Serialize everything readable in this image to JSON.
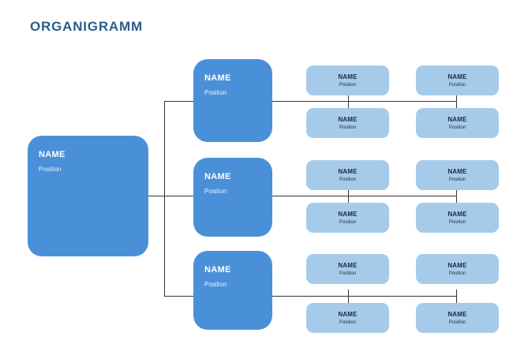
{
  "page": {
    "title": "ORGANIGRAMM",
    "background": "#ffffff"
  },
  "colors": {
    "title": "#2e5c8a",
    "node_primary": "#4a90d9",
    "node_leaf": "#a6cbea",
    "node_primary_text": "#ffffff",
    "node_leaf_text": "#1b2a3d",
    "connector": "#333333"
  },
  "chart": {
    "type": "org-chart",
    "root": {
      "name": "NAME",
      "position": "Position"
    },
    "branches": [
      {
        "manager": {
          "name": "NAME",
          "position": "Position"
        },
        "reports": [
          {
            "name": "NAME",
            "position": "Position"
          },
          {
            "name": "NAME",
            "position": "Position"
          },
          {
            "name": "NAME",
            "position": "Position"
          },
          {
            "name": "NAME",
            "position": "Position"
          }
        ]
      },
      {
        "manager": {
          "name": "NAME",
          "position": "Position"
        },
        "reports": [
          {
            "name": "NAME",
            "position": "Position"
          },
          {
            "name": "NAME",
            "position": "Position"
          },
          {
            "name": "NAME",
            "position": "Position"
          },
          {
            "name": "NAME",
            "position": "Position"
          }
        ]
      },
      {
        "manager": {
          "name": "NAME",
          "position": "Position"
        },
        "reports": [
          {
            "name": "NAME",
            "position": "Position"
          },
          {
            "name": "NAME",
            "position": "Position"
          },
          {
            "name": "NAME",
            "position": "Position"
          },
          {
            "name": "NAME",
            "position": "Position"
          }
        ]
      }
    ]
  }
}
